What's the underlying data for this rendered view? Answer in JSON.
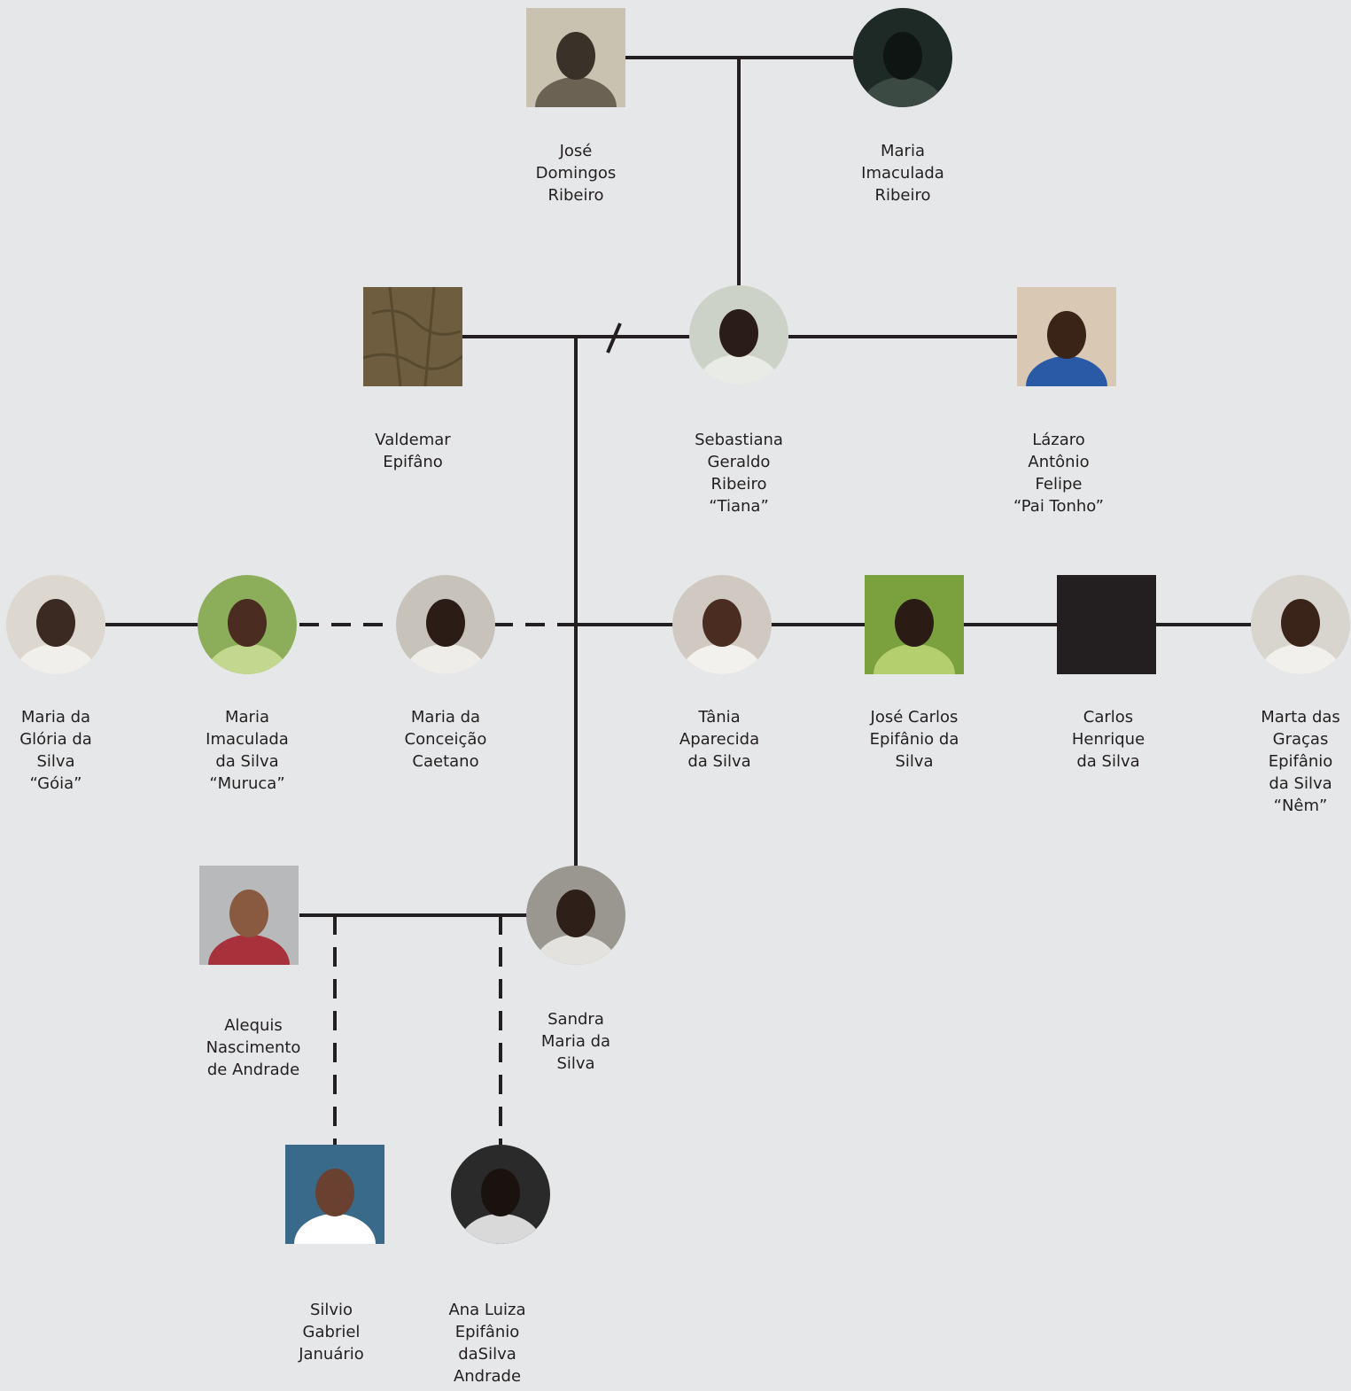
{
  "people": [
    {
      "id": "jose-domingos",
      "name": "José\nDomingos\nRibeiro",
      "shape": "square",
      "palette": [
        "#c9c2b0",
        "#3a3228",
        "#6b6253"
      ]
    },
    {
      "id": "maria-imaculada-ribeiro",
      "name": "Maria\nImaculada\nRibeiro",
      "shape": "circle",
      "palette": [
        "#1e2a26",
        "#0f1512",
        "#3c4a44"
      ]
    },
    {
      "id": "valdemar",
      "name": "Valdemar\nEpifâno",
      "shape": "square",
      "palette": [
        "#6e5d3e",
        "#4a3d27",
        "#8a7650"
      ]
    },
    {
      "id": "sebastiana",
      "name": "Sebastiana\nGeraldo\nRibeiro\n“Tiana”",
      "shape": "circle",
      "palette": [
        "#cdd2c8",
        "#2a1d17",
        "#e9ebe6"
      ]
    },
    {
      "id": "lazaro",
      "name": "Lázaro\nAntônio\nFelipe\n“Pai Tonho”",
      "shape": "square",
      "palette": [
        "#d9c9b4",
        "#3a2418",
        "#2a5aa6"
      ]
    },
    {
      "id": "maria-gloria",
      "name": "Maria da\nGlória da\nSilva\n“Góia”",
      "shape": "circle",
      "palette": [
        "#dcd7cf",
        "#3b2a22",
        "#f1efeb"
      ]
    },
    {
      "id": "maria-imaculada-silva",
      "name": "Maria\nImaculada\nda Silva\n“Muruca”",
      "shape": "circle",
      "palette": [
        "#8cae5a",
        "#4a2c20",
        "#c3d88f"
      ]
    },
    {
      "id": "maria-conceicao",
      "name": "Maria da\nConceição\nCaetano",
      "shape": "circle",
      "palette": [
        "#c8c3ba",
        "#2b1c16",
        "#efedea"
      ]
    },
    {
      "id": "tania",
      "name": "Tânia\nAparecida\nda Silva",
      "shape": "circle",
      "palette": [
        "#cfc9c1",
        "#4a2c20",
        "#f3f1ee"
      ]
    },
    {
      "id": "jose-carlos",
      "name": "José Carlos\nEpifânio da\nSilva",
      "shape": "square",
      "palette": [
        "#7aa13e",
        "#2a1b14",
        "#b4cf6d"
      ]
    },
    {
      "id": "carlos-henrique",
      "name": "Carlos\nHenrique\nda Silva",
      "shape": "square",
      "palette": [
        "#231f20",
        "#231f20",
        "#231f20"
      ]
    },
    {
      "id": "marta",
      "name": "Marta das\nGraças\nEpifânio\nda Silva\n“Nêm”",
      "shape": "circle",
      "palette": [
        "#d8d4ce",
        "#3a2419",
        "#f2f0ec"
      ]
    },
    {
      "id": "alequis",
      "name": "Alequis\nNascimento\nde Andrade",
      "shape": "square",
      "palette": [
        "#b8b9bb",
        "#8a5a40",
        "#a8323c"
      ]
    },
    {
      "id": "sandra",
      "name": "Sandra\nMaria da\nSilva",
      "shape": "circle",
      "palette": [
        "#9a9690",
        "#2e1f18",
        "#e4e2de"
      ]
    },
    {
      "id": "silvio",
      "name": "Silvio\nGabriel\nJanuário",
      "shape": "square",
      "palette": [
        "#3a6a8a",
        "#6a4030",
        "#ffffff"
      ]
    },
    {
      "id": "ana-luiza",
      "name": "Ana Luiza\nEpifânio\ndaSilva\nAndrade",
      "shape": "circle",
      "palette": [
        "#2a2a2a",
        "#1a120e",
        "#d9d9d9"
      ]
    }
  ]
}
